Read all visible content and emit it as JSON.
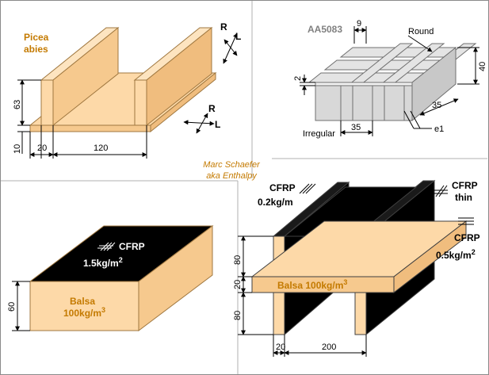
{
  "author": {
    "line1": "Marc Schaefer",
    "line2": "aka Enthalpy"
  },
  "panel1": {
    "material_line1": "Picea",
    "material_line2": "abies",
    "dir_r_top": "R",
    "dir_l_top": "L",
    "dir_r_bottom": "R",
    "dir_l_bottom": "L",
    "dim_height": "63",
    "dim_base": "10",
    "dim_wall": "20",
    "dim_width": "120"
  },
  "panel2": {
    "alloy": "AA5083",
    "dim_pitch": "9",
    "round_label": "Round",
    "dim_height": "40",
    "dim_thickness": "2",
    "dim_depth": "35",
    "dim_width": "35",
    "irregular_label": "Irregular",
    "e1_label": "e1"
  },
  "panel3": {
    "skin_label": "CFRP",
    "skin_mass": "1.5kg/m",
    "skin_exp": "2",
    "core_line1": "Balsa",
    "core_line2": "100kg/m",
    "core_exp": "3",
    "dim_height": "60"
  },
  "panel4": {
    "cfrp1_label": "CFRP",
    "cfrp1_mass": "0.2kg/m",
    "cfrp2_line1": "CFRP",
    "cfrp2_line2": "thin",
    "cfrp3_label": "CFRP",
    "cfrp3_mass": "0.5kg/m",
    "cfrp3_exp": "2",
    "balsa_label": "Balsa  100kg/m",
    "balsa_exp": "3",
    "dim_top": "80",
    "dim_mid": "20",
    "dim_bottom": "80",
    "dim_web": "20",
    "dim_spacing": "200"
  },
  "colors": {
    "wood": "#fdd9a8",
    "wood_edge": "#a07840",
    "cfrp": "#000000",
    "aluminium": "#e2e2e2",
    "accent": "#c47a00",
    "label_brown": "#8b4513"
  }
}
